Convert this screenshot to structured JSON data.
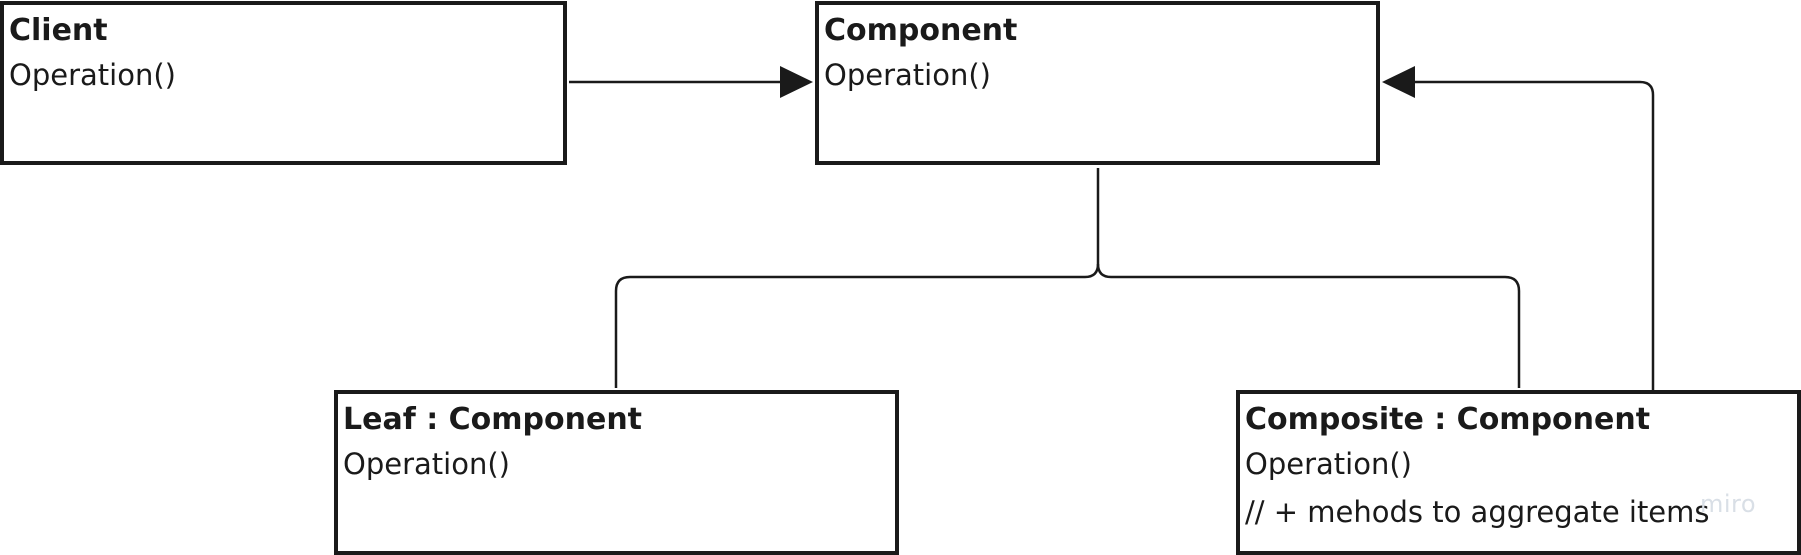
{
  "diagram": {
    "client": {
      "name": "Client",
      "methods": [
        "Operation()"
      ]
    },
    "component": {
      "name": "Component",
      "methods": [
        "Operation()"
      ]
    },
    "leaf": {
      "name": "Leaf : Component",
      "methods": [
        "Operation()"
      ]
    },
    "composite": {
      "name": "Composite : Component",
      "methods": [
        "Operation()",
        "// + mehods to aggregate items"
      ]
    },
    "edges": [
      {
        "from": "client",
        "to": "component",
        "type": "association"
      },
      {
        "from": "leaf",
        "to": "component",
        "type": "inheritance"
      },
      {
        "from": "composite",
        "to": "component",
        "type": "inheritance"
      },
      {
        "from": "composite",
        "to": "component",
        "type": "aggregation-reference"
      }
    ]
  },
  "watermark": "miro",
  "colors": {
    "stroke": "#1a1a1a",
    "background": "#ffffff",
    "watermark": "#d9dfe6"
  }
}
